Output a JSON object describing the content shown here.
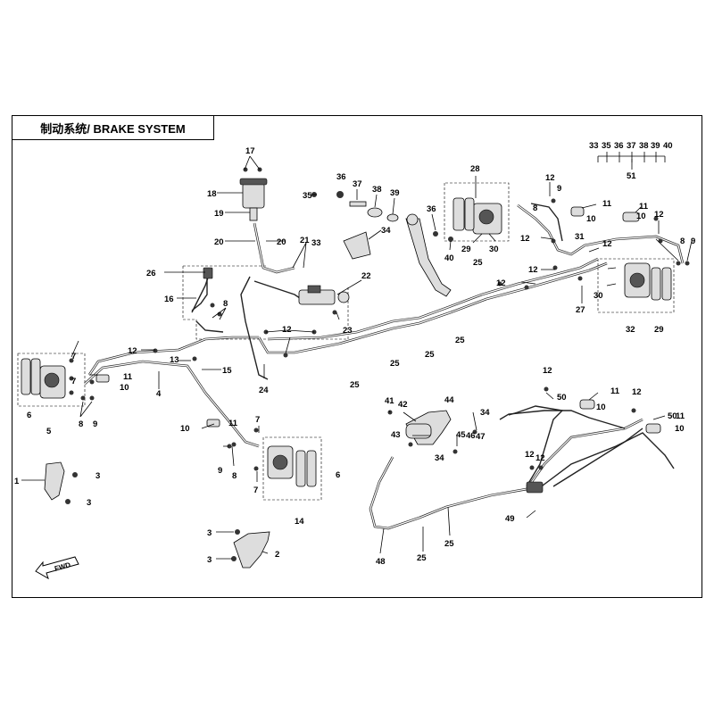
{
  "title": "制动系统/ BRAKE SYSTEM",
  "fwd_label": "FWD",
  "callouts": [
    {
      "id": "c17",
      "text": "17"
    },
    {
      "id": "c18",
      "text": "18"
    },
    {
      "id": "c19",
      "text": "19"
    },
    {
      "id": "c20a",
      "text": "20"
    },
    {
      "id": "c20b",
      "text": "20"
    },
    {
      "id": "c21",
      "text": "21"
    },
    {
      "id": "c22",
      "text": "22"
    },
    {
      "id": "c23",
      "text": "23"
    },
    {
      "id": "c24",
      "text": "24"
    },
    {
      "id": "c25a",
      "text": "25"
    },
    {
      "id": "c25b",
      "text": "25"
    },
    {
      "id": "c25c",
      "text": "25"
    },
    {
      "id": "c25d",
      "text": "25"
    },
    {
      "id": "c25e",
      "text": "25"
    },
    {
      "id": "c25f",
      "text": "25"
    },
    {
      "id": "c25g",
      "text": "25"
    },
    {
      "id": "c26",
      "text": "26"
    },
    {
      "id": "c16",
      "text": "16"
    },
    {
      "id": "c8a",
      "text": "8"
    },
    {
      "id": "c12a",
      "text": "12"
    },
    {
      "id": "c12b",
      "text": "12"
    },
    {
      "id": "c13",
      "text": "13"
    },
    {
      "id": "c15",
      "text": "15"
    },
    {
      "id": "c7a",
      "text": "7"
    },
    {
      "id": "c7b",
      "text": "7"
    },
    {
      "id": "c11a",
      "text": "11"
    },
    {
      "id": "c10a",
      "text": "10"
    },
    {
      "id": "c4",
      "text": "4"
    },
    {
      "id": "c6a",
      "text": "6"
    },
    {
      "id": "c5",
      "text": "5"
    },
    {
      "id": "c8b",
      "text": "8"
    },
    {
      "id": "c9a",
      "text": "9"
    },
    {
      "id": "c10b",
      "text": "10"
    },
    {
      "id": "c11b",
      "text": "11"
    },
    {
      "id": "c7c",
      "text": "7"
    },
    {
      "id": "c9b",
      "text": "9"
    },
    {
      "id": "c8c",
      "text": "8"
    },
    {
      "id": "c7d",
      "text": "7"
    },
    {
      "id": "c6b",
      "text": "6"
    },
    {
      "id": "c14",
      "text": "14"
    },
    {
      "id": "c1",
      "text": "1"
    },
    {
      "id": "c3a",
      "text": "3"
    },
    {
      "id": "c3b",
      "text": "3"
    },
    {
      "id": "c3c",
      "text": "3"
    },
    {
      "id": "c3d",
      "text": "3"
    },
    {
      "id": "c2",
      "text": "2"
    },
    {
      "id": "c36a",
      "text": "36"
    },
    {
      "id": "c35",
      "text": "35"
    },
    {
      "id": "c37",
      "text": "37"
    },
    {
      "id": "c38",
      "text": "38"
    },
    {
      "id": "c39",
      "text": "39"
    },
    {
      "id": "c36b",
      "text": "36"
    },
    {
      "id": "c34a",
      "text": "34"
    },
    {
      "id": "c33a",
      "text": "33"
    },
    {
      "id": "c40a",
      "text": "40"
    },
    {
      "id": "c28",
      "text": "28"
    },
    {
      "id": "c29a",
      "text": "29"
    },
    {
      "id": "c30a",
      "text": "30"
    },
    {
      "id": "c12c",
      "text": "12"
    },
    {
      "id": "c9c",
      "text": "9"
    },
    {
      "id": "c8d",
      "text": "8"
    },
    {
      "id": "c11c",
      "text": "11"
    },
    {
      "id": "c10c",
      "text": "10"
    },
    {
      "id": "c12d",
      "text": "12"
    },
    {
      "id": "c31",
      "text": "31"
    },
    {
      "id": "c12e",
      "text": "12"
    },
    {
      "id": "c11d",
      "text": "11"
    },
    {
      "id": "c10d",
      "text": "10"
    },
    {
      "id": "c12f",
      "text": "12"
    },
    {
      "id": "c8e",
      "text": "8"
    },
    {
      "id": "c9d",
      "text": "9"
    },
    {
      "id": "c12g",
      "text": "12"
    },
    {
      "id": "c30b",
      "text": "30"
    },
    {
      "id": "c27",
      "text": "27"
    },
    {
      "id": "c32",
      "text": "32"
    },
    {
      "id": "c29b",
      "text": "29"
    },
    {
      "id": "c12h",
      "text": "12"
    },
    {
      "id": "c33b",
      "text": "33"
    },
    {
      "id": "c35b",
      "text": "35"
    },
    {
      "id": "c36c",
      "text": "36"
    },
    {
      "id": "c37b",
      "text": "37"
    },
    {
      "id": "c38b",
      "text": "38"
    },
    {
      "id": "c39b",
      "text": "39"
    },
    {
      "id": "c40b",
      "text": "40"
    },
    {
      "id": "c51",
      "text": "51"
    },
    {
      "id": "c41",
      "text": "41"
    },
    {
      "id": "c42",
      "text": "42"
    },
    {
      "id": "c44",
      "text": "44"
    },
    {
      "id": "c34b",
      "text": "34"
    },
    {
      "id": "c43",
      "text": "43"
    },
    {
      "id": "c45",
      "text": "45"
    },
    {
      "id": "c46",
      "text": "46"
    },
    {
      "id": "c47",
      "text": "47"
    },
    {
      "id": "c34c",
      "text": "34"
    },
    {
      "id": "c12i",
      "text": "12"
    },
    {
      "id": "c50a",
      "text": "50"
    },
    {
      "id": "c11e",
      "text": "11"
    },
    {
      "id": "c10e",
      "text": "10"
    },
    {
      "id": "c12j",
      "text": "12"
    },
    {
      "id": "c50b",
      "text": "50"
    },
    {
      "id": "c11f",
      "text": "11"
    },
    {
      "id": "c10f",
      "text": "10"
    },
    {
      "id": "c12k",
      "text": "12"
    },
    {
      "id": "c12l",
      "text": "12"
    },
    {
      "id": "c49",
      "text": "49"
    },
    {
      "id": "c48",
      "text": "48"
    }
  ]
}
